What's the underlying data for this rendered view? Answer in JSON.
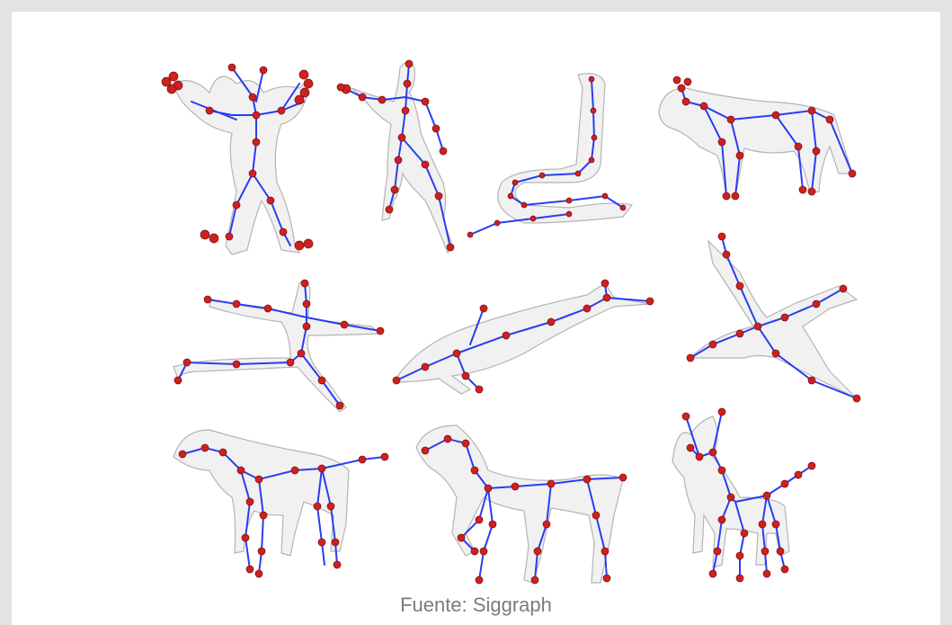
{
  "figure": {
    "panels": [
      {
        "name": "ogre"
      },
      {
        "name": "human-pointing"
      },
      {
        "name": "snake"
      },
      {
        "name": "wolf"
      },
      {
        "name": "human-lunge"
      },
      {
        "name": "dolphin"
      },
      {
        "name": "bird"
      },
      {
        "name": "dog"
      },
      {
        "name": "horse"
      },
      {
        "name": "small-dog"
      }
    ],
    "colors": {
      "bone": "#2a3df2",
      "joint": "#cf2020",
      "mesh": "#b4b4b4"
    }
  },
  "caption": "Fuente: Siggraph"
}
